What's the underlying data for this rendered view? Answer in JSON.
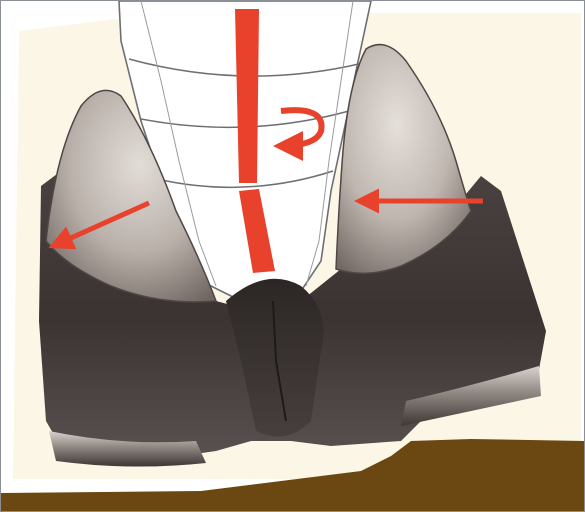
{
  "image": {
    "subject": "hoof-structure-illustration",
    "annotations": {
      "arrow_color": "#e8412c",
      "arrows": [
        "arrow-left-outward",
        "arrow-right-inward",
        "rotation-arrow"
      ]
    },
    "colors": {
      "background": "#fbf6e6",
      "horn": "#3b3432",
      "horn_light": "#cdc5be",
      "ground": "#6b4712",
      "outline": "#6e6f73",
      "frame_border": "#8a8f96"
    }
  }
}
